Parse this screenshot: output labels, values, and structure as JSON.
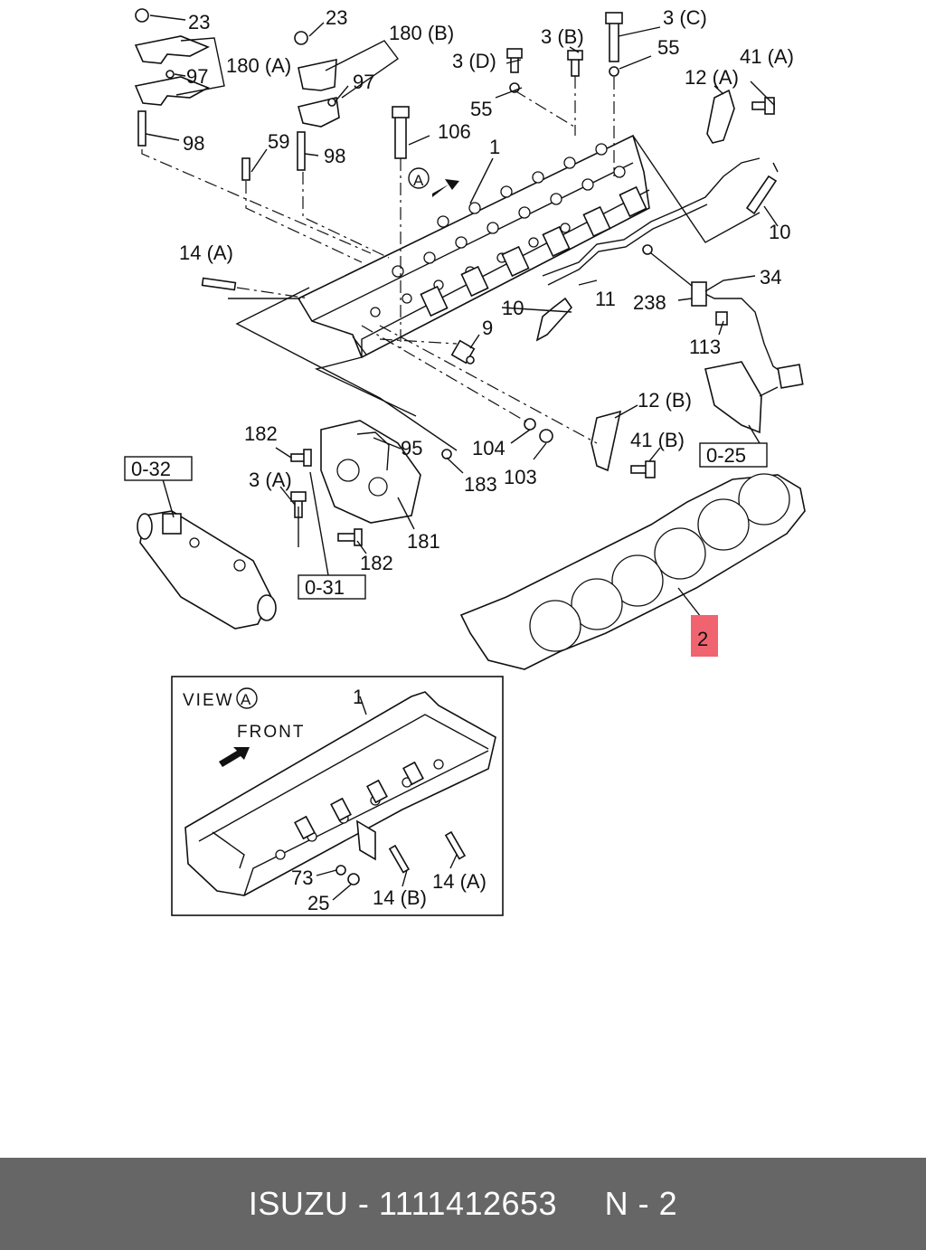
{
  "callouts": {
    "c23a": "23",
    "c23b": "23",
    "c180a": "180 (A)",
    "c180b": "180 (B)",
    "c97a": "97",
    "c97b": "97",
    "c98a": "98",
    "c98b": "98",
    "c59": "59",
    "c106": "106",
    "c1": "1",
    "c3c": "3 (C)",
    "c3b": "3 (B)",
    "c3d": "3 (D)",
    "c55a": "55",
    "c55b": "55",
    "c41a": "41 (A)",
    "c12a": "12 (A)",
    "c10a": "10",
    "c10b": "10",
    "c11": "11",
    "c14a": "14 (A)",
    "c9": "9",
    "c34": "34",
    "c238": "238",
    "c113": "113",
    "c12b": "12 (B)",
    "c41b": "41 (B)",
    "c182a": "182",
    "c182b": "182",
    "c95": "95",
    "c104": "104",
    "c103": "103",
    "c183": "183",
    "c3a": "3 (A)",
    "c181": "181",
    "c2": "2"
  },
  "refs": {
    "r032": "0-32",
    "r031": "0-31",
    "r025": "0-25"
  },
  "view_a": {
    "title": "VIEW",
    "marker": "A",
    "front": "FRONT",
    "c1": "1",
    "c73": "73",
    "c25": "25",
    "c14b": "14 (B)",
    "c14a": "14 (A)"
  },
  "view_marker": "A",
  "highlight_color": "#f06470",
  "footer": {
    "text": "ISUZU - 1111412653     N - 2",
    "background": "#666666"
  }
}
